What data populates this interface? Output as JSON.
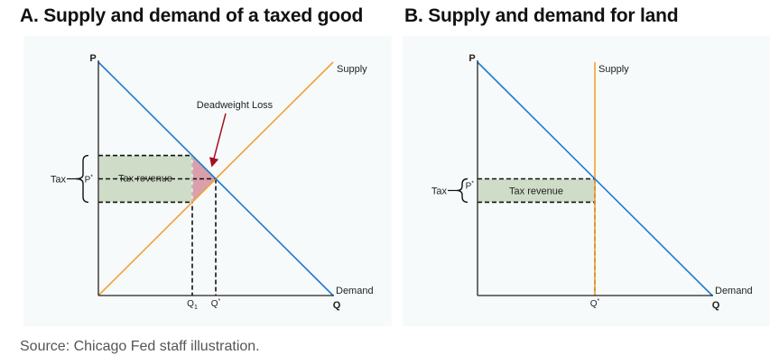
{
  "colors": {
    "supply": "#f5a031",
    "demand": "#1e7bd0",
    "tax_revenue_fill": "#cfddc8",
    "deadweight_fill": "#d9a0ab",
    "arrow": "#a31022",
    "axis": "#222222",
    "panel_background": "#f7fafb"
  },
  "source": "Source: Chicago Fed staff illustration.",
  "chart_data": [
    {
      "type": "line",
      "title": "A. Supply and demand of a taxed good",
      "xlabel": "Q",
      "ylabel": "P",
      "xlim": [
        0,
        10
      ],
      "ylim": [
        0,
        10
      ],
      "series": [
        {
          "name": "Supply",
          "x": [
            0,
            10
          ],
          "y": [
            0,
            10
          ]
        },
        {
          "name": "Demand",
          "x": [
            0,
            10
          ],
          "y": [
            10,
            0
          ]
        }
      ],
      "equilibrium": {
        "x": 5,
        "y": 5,
        "q_label": "Q*",
        "p_label": "P*"
      },
      "taxed_quantity": {
        "x": 4,
        "label": "Q1"
      },
      "price_levels": {
        "consumer": 6,
        "producer": 4
      },
      "tax_bracket_label": "Tax",
      "region_labels": {
        "tax_revenue": "Tax revenue",
        "deadweight_loss": "Deadweight Loss"
      }
    },
    {
      "type": "line",
      "title": "B. Supply and demand for land",
      "xlabel": "Q",
      "ylabel": "P",
      "xlim": [
        0,
        10
      ],
      "ylim": [
        0,
        10
      ],
      "series": [
        {
          "name": "Supply",
          "x": [
            5,
            5
          ],
          "y": [
            0,
            10
          ]
        },
        {
          "name": "Demand",
          "x": [
            0,
            10
          ],
          "y": [
            10,
            0
          ]
        }
      ],
      "equilibrium": {
        "x": 5,
        "y": 5,
        "q_label": "Q*",
        "p_label": "P*"
      },
      "price_levels": {
        "consumer": 5,
        "producer": 4
      },
      "tax_bracket_label": "Tax",
      "region_labels": {
        "tax_revenue": "Tax revenue"
      }
    }
  ]
}
